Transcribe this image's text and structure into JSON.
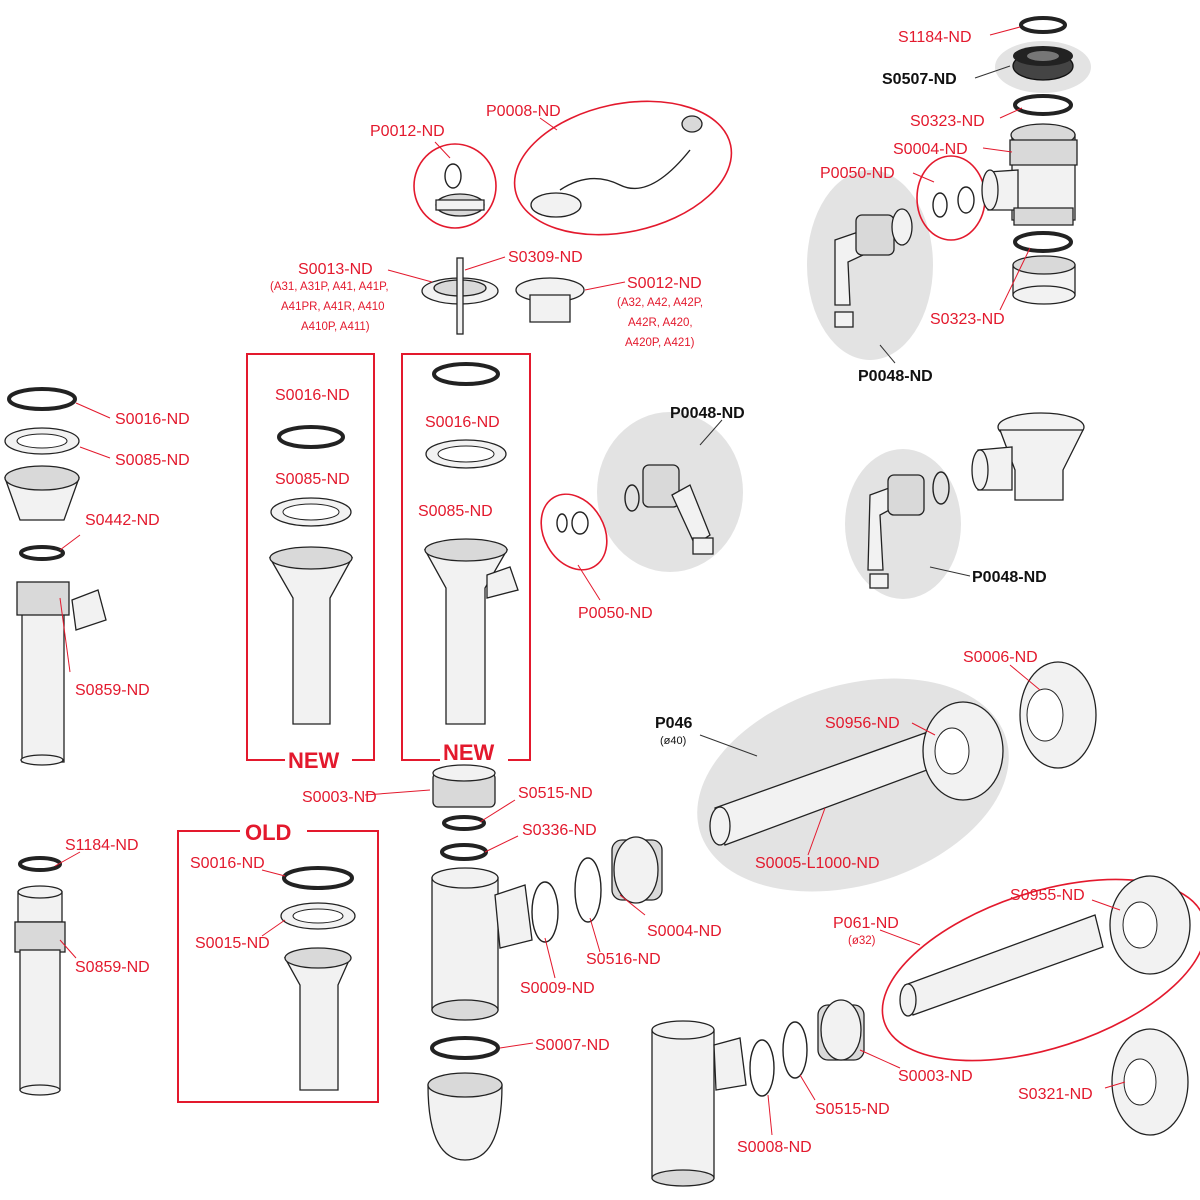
{
  "labels": {
    "s1184_top": "S1184-ND",
    "s0507": "S0507-ND",
    "s0323_top": "S0323-ND",
    "s0004_top": "S0004-ND",
    "p0050_top": "P0050-ND",
    "s0323_bot": "S0323-ND",
    "p0048_top": "P0048-ND",
    "p0012": "P0012-ND",
    "p0008": "P0008-ND",
    "s0013": "S0013-ND",
    "s0013_models_1": "(A31, A31P, A41, A41P,",
    "s0013_models_2": "A41PR, A41R, A410",
    "s0013_models_3": "A410P, A411)",
    "s0309": "S0309-ND",
    "s0012": "S0012-ND",
    "s0012_models_1": "(A32, A42, A42P,",
    "s0012_models_2": "A42R, A420,",
    "s0012_models_3": "A420P, A421)",
    "s0016_left": "S0016-ND",
    "s0085_left": "S0085-ND",
    "s0442": "S0442-ND",
    "s0859_left": "S0859-ND",
    "s0016_new1": "S0016-ND",
    "s0085_new1": "S0085-ND",
    "s0016_new2": "S0016-ND",
    "s0085_new2": "S0085-ND",
    "new_1": "NEW",
    "new_2": "NEW",
    "p0048_mid": "P0048-ND",
    "p0050_mid": "P0050-ND",
    "p0048_right": "P0048-ND",
    "s0006": "S0006-ND",
    "p046": "P046",
    "p046_dia": "(ø40)",
    "s0956": "S0956-ND",
    "s0005": "S0005-L1000-ND",
    "s0003_mid": "S0003-ND",
    "s0515_mid": "S0515-ND",
    "s0336": "S0336-ND",
    "s0004_mid": "S0004-ND",
    "s0516": "S0516-ND",
    "s0009": "S0009-ND",
    "s0007": "S0007-ND",
    "old": "OLD",
    "s0016_old": "S0016-ND",
    "s0015": "S0015-ND",
    "s1184_bot": "S1184-ND",
    "s0859_bot": "S0859-ND",
    "s0955": "S0955-ND",
    "p061": "P061-ND",
    "p061_dia": "(ø32)",
    "s0003_bot": "S0003-ND",
    "s0515_bot": "S0515-ND",
    "s0008": "S0008-ND",
    "s0321": "S0321-ND"
  },
  "colors": {
    "label_red": "#e3192d",
    "label_black": "#111111",
    "highlight_grey": "#e3e3e3"
  }
}
